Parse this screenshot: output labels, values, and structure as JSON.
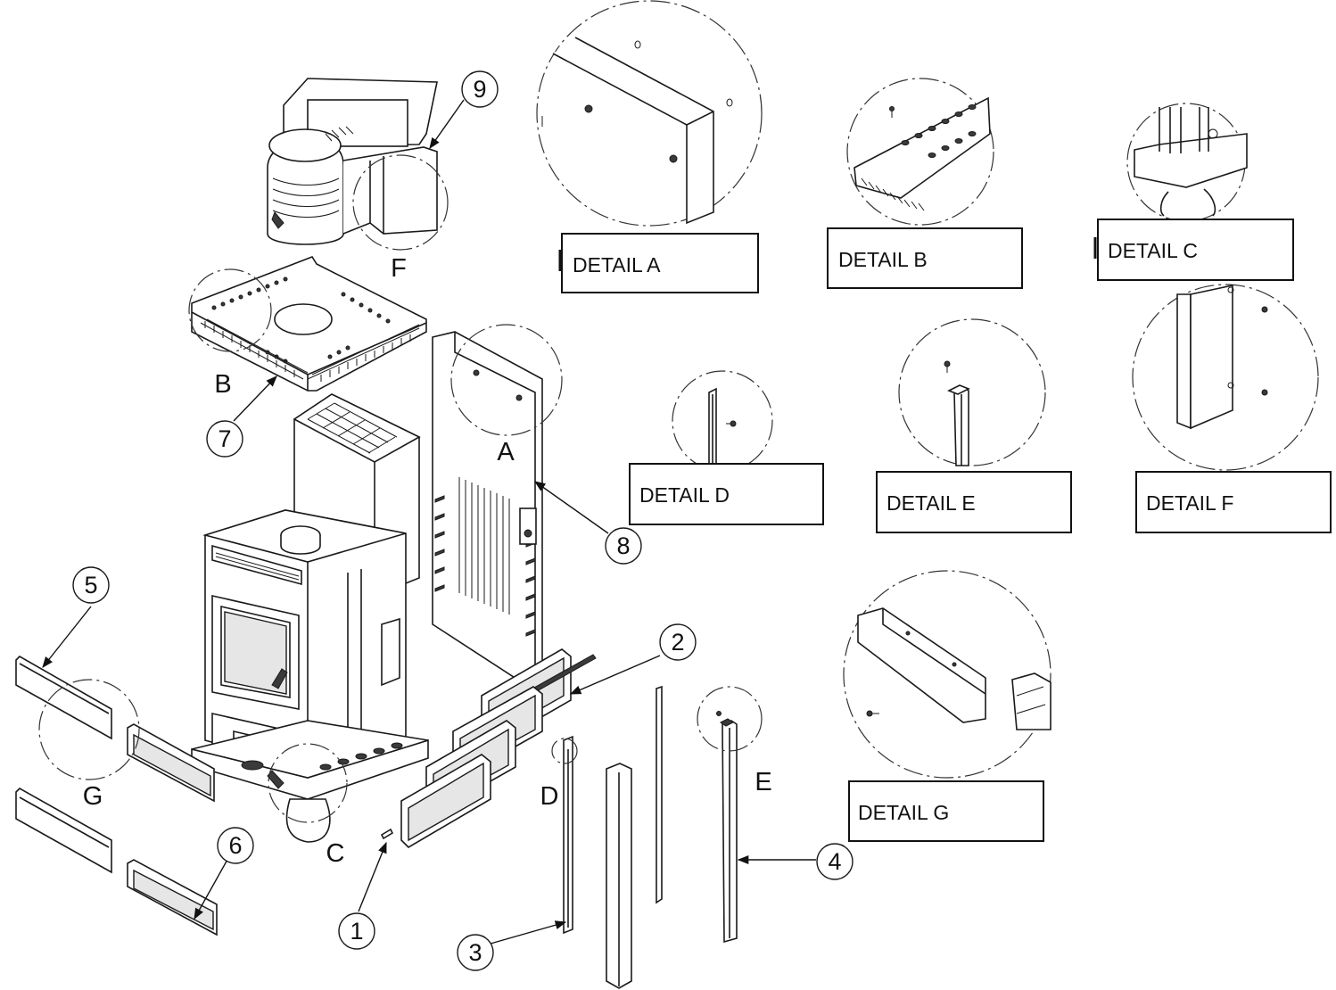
{
  "callouts": {
    "n1": "1",
    "n2": "2",
    "n3": "3",
    "n4": "4",
    "n5": "5",
    "n6": "6",
    "n7": "7",
    "n8": "8",
    "n9": "9"
  },
  "detail_letters": {
    "a": "A",
    "b": "B",
    "c": "C",
    "d": "D",
    "e": "E",
    "f": "F",
    "g": "G"
  },
  "detail_labels": {
    "a": "DETAIL A",
    "b": "DETAIL B",
    "c": "DETAIL C",
    "d": "DETAIL D",
    "e": "DETAIL E",
    "f": "DETAIL F",
    "g": "DETAIL G"
  }
}
